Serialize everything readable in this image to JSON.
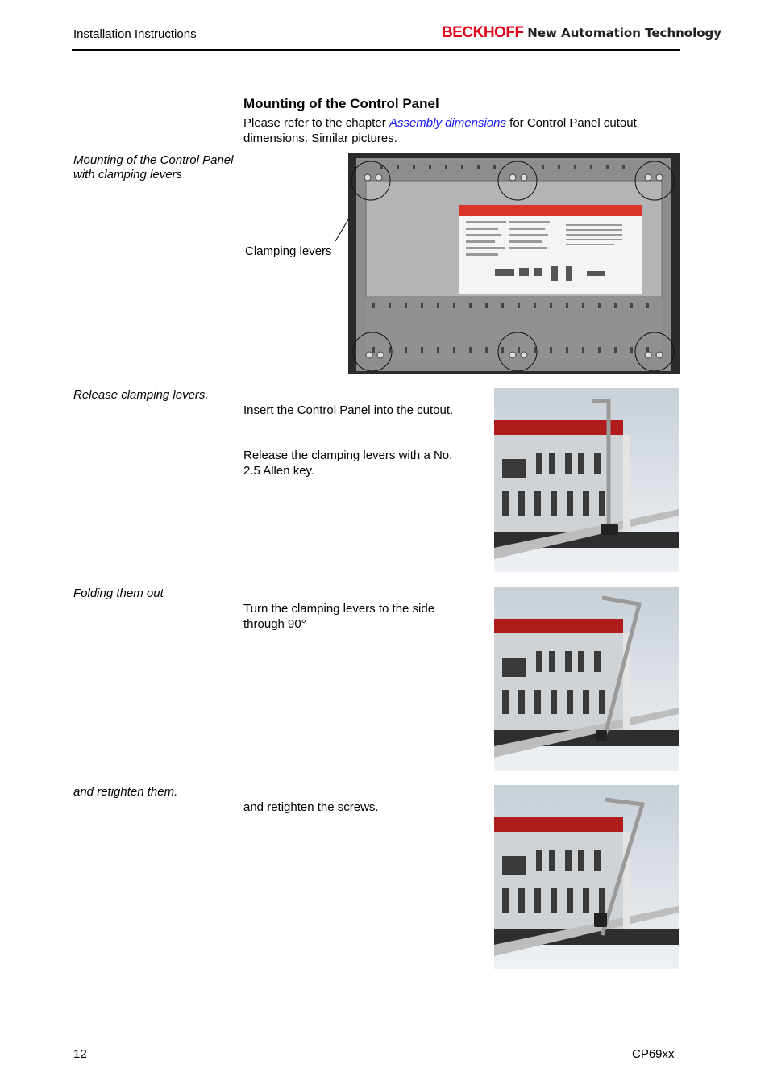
{
  "header": {
    "section": "Installation Instructions",
    "brand_name": "BECKHOFF",
    "brand_tagline": "New Automation Technology",
    "brand_color": "#e2001a"
  },
  "section": {
    "title": "Mounting of the Control Panel",
    "intro_prefix": "Please refer to the chapter ",
    "intro_link": "Assembly dimensions",
    "intro_suffix": " for Control Panel cutout dimensions. Similar pictures."
  },
  "figure1": {
    "caption": "Mounting of the Control Panel with clamping levers",
    "label": "Clamping levers"
  },
  "steps": [
    {
      "caption": "Release clamping levers,",
      "text1": "Insert the Control Panel into the cutout.",
      "text2": "Release the clamping levers with a No. 2.5 Allen key."
    },
    {
      "caption": "Folding them out",
      "text1": "Turn the clamping levers to the side through 90°"
    },
    {
      "caption": "and retighten them.",
      "text1": "and retighten the screws."
    }
  ],
  "footer": {
    "page": "12",
    "product": "CP69xx"
  }
}
